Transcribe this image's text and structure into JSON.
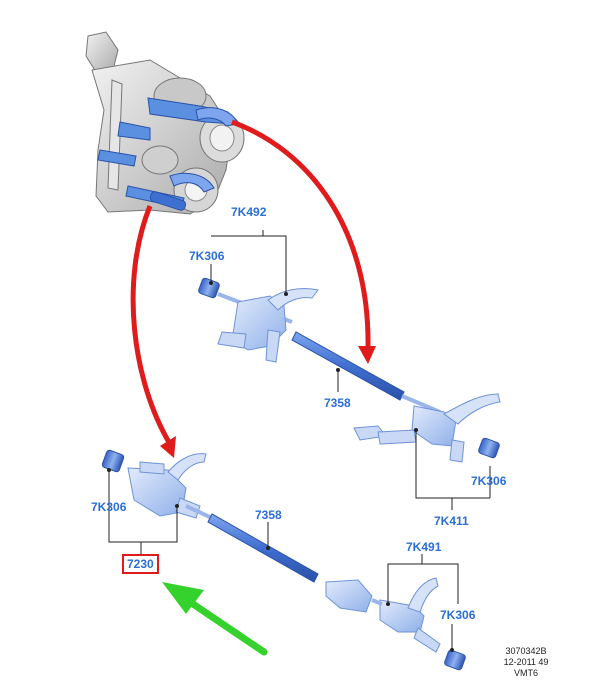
{
  "labels": {
    "top_fork_7k492": "7K492",
    "top_pad_left_7k306": "7K306",
    "top_rail_7358": "7358",
    "top_pad_right_7k306": "7K306",
    "top_fork_7k411": "7K411",
    "bottom_pad_left_7k306": "7K306",
    "bottom_rail_7358": "7358",
    "bottom_fork_7230": "7230",
    "bottom_fork_7k491": "7K491",
    "bottom_pad_right_7k306": "7K306"
  },
  "reference": {
    "line1": "3070342B",
    "line2": "12-2011 49",
    "line3": "VMT6"
  },
  "colors": {
    "part_blue": "#5b8fe0",
    "part_light": "#bcd0f2",
    "label_blue": "#2a6fd6",
    "arrow_red": "#e01b1b",
    "arrow_green": "#35d12c",
    "leader": "#222222"
  }
}
